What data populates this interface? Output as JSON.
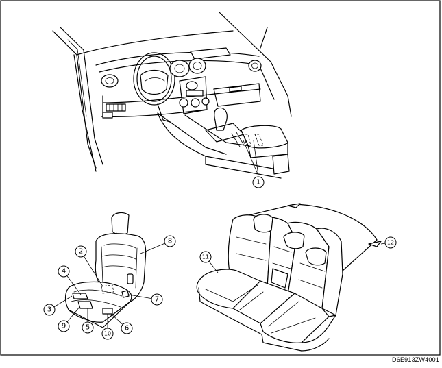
{
  "figure_code": "D6E913ZW4001",
  "callouts": [
    "1",
    "2",
    "3",
    "4",
    "5",
    "6",
    "7",
    "8",
    "9",
    "10",
    "11",
    "12"
  ]
}
